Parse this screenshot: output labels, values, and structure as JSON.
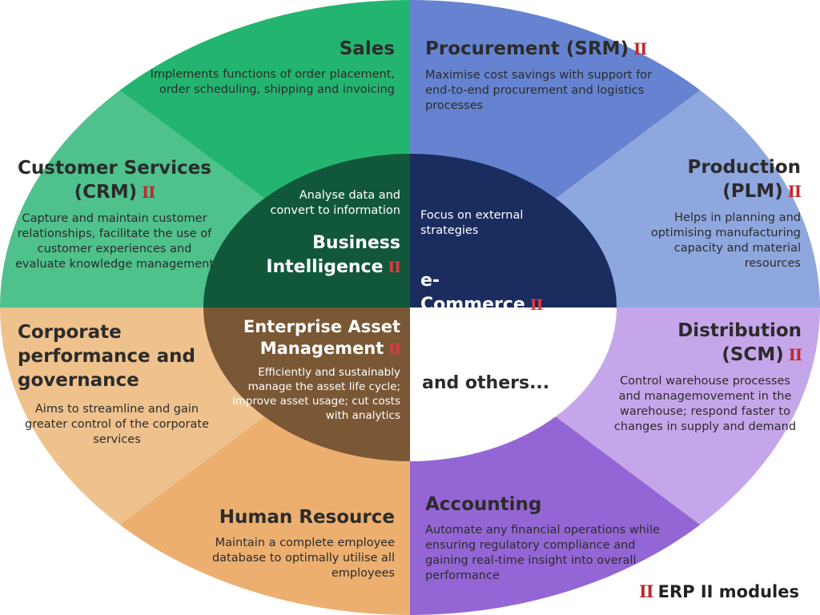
{
  "colors": {
    "sales": "#23b570",
    "crm": "#4fc18c",
    "corporate": "#efc28d",
    "hr": "#ecaf6f",
    "accounting": "#9466d5",
    "scm": "#c6a6ea",
    "plm": "#8ea7de",
    "srm": "#6583d0",
    "bi": "#11583a",
    "ecommerce": "#1b2c5f",
    "eam": "#7a5735",
    "others": "#ffffff",
    "erp2_mark": "#c0282d"
  },
  "erp2_mark": "II",
  "segments": {
    "sales": {
      "title": "Sales",
      "desc": "Implements functions of order placement, order scheduling, shipping and invoicing"
    },
    "srm": {
      "title": "Procurement (SRM)",
      "desc": "Maximise cost savings with support for end-to-end procurement and logistics processes"
    },
    "crm": {
      "title": "Customer Services (CRM)",
      "desc": "Capture and maintain customer relationships, facilitate the use of customer experiences and evaluate knowledge management"
    },
    "plm": {
      "title": "Production (PLM)",
      "desc": "Helps in planning and optimising manufacturing capacity and material resources"
    },
    "corporate": {
      "title": "Corporate performance and governance",
      "desc": "Aims to streamline and gain greater control of the corporate services"
    },
    "scm": {
      "title": "Distribution (SCM)",
      "desc": "Control warehouse processes and managemovement in the warehouse; respond faster to changes in supply and demand"
    },
    "hr": {
      "title": "Human Resource",
      "desc": "Maintain a complete employee database to optimally utilise all employees"
    },
    "accounting": {
      "title": "Accounting",
      "desc": "Automate any financial operations while ensuring regulatory compliance and gaining real-time insight into overall performance"
    },
    "bi": {
      "title": "Business Intelligence",
      "desc": "Analyse data and convert to information"
    },
    "ecommerce": {
      "title": "e-Commerce",
      "desc": "Focus on external strategies"
    },
    "eam": {
      "title": "Enterprise Asset Management",
      "desc": "Efficiently and sustainably manage the asset life cycle; improve asset usage; cut costs with analytics"
    },
    "others": {
      "title": "and others..."
    }
  },
  "legend": {
    "mark": "II",
    "label": "ERP II modules"
  }
}
